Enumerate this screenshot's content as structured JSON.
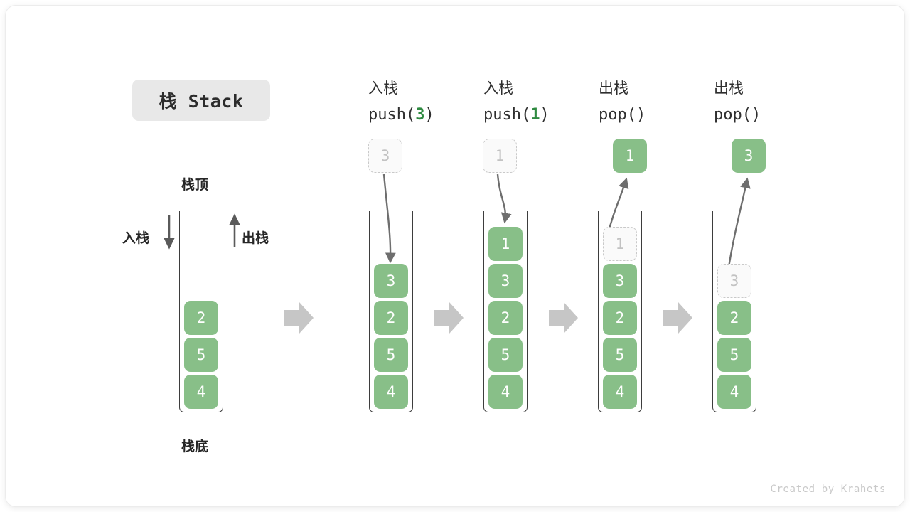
{
  "figure": {
    "title": "栈 Stack",
    "footer": "Created by Krahets",
    "accent_green": "#88bf88",
    "accent_green_text": "#2f8a41",
    "ghost_gray": "#c2c2c2",
    "arrow_gray": "#c6c6c6",
    "line_gray": "#3d3d3d"
  },
  "legend": {
    "top_label": "栈顶",
    "bottom_label": "栈底",
    "push_label": "入栈",
    "pop_label": "出栈"
  },
  "columns": [
    {
      "id": "initial",
      "head_line1": "",
      "head_line2": "",
      "op": "none",
      "floating": null,
      "cells": [
        "2",
        "5",
        "4"
      ],
      "ghost_index": -1
    },
    {
      "id": "push-3",
      "head_line1": "入栈",
      "head_line2_pre": "push(",
      "head_line2_num": "3",
      "head_line2_post": ")",
      "op": "push",
      "floating": "3",
      "cells": [
        "3",
        "2",
        "5",
        "4"
      ],
      "ghost_index": -1
    },
    {
      "id": "push-1",
      "head_line1": "入栈",
      "head_line2_pre": "push(",
      "head_line2_num": "1",
      "head_line2_post": ")",
      "op": "push",
      "floating": "1",
      "cells": [
        "1",
        "3",
        "2",
        "5",
        "4"
      ],
      "ghost_index": -1
    },
    {
      "id": "pop-1",
      "head_line1": "出栈",
      "head_line2_pre": "pop(",
      "head_line2_num": "",
      "head_line2_post": ")",
      "op": "pop",
      "floating": "1",
      "cells": [
        "1",
        "3",
        "2",
        "5",
        "4"
      ],
      "ghost_index": 0
    },
    {
      "id": "pop-2",
      "head_line1": "出栈",
      "head_line2_pre": "pop(",
      "head_line2_num": "",
      "head_line2_post": ")",
      "op": "pop",
      "floating": "3",
      "cells": [
        "3",
        "2",
        "5",
        "4"
      ],
      "ghost_index": 0
    }
  ],
  "cell_values": {
    "c0_0": "2",
    "c0_1": "5",
    "c0_2": "4",
    "c1_float": "3",
    "c1_0": "3",
    "c1_1": "2",
    "c1_2": "5",
    "c1_3": "4",
    "c2_float": "1",
    "c2_0": "1",
    "c2_1": "3",
    "c2_2": "2",
    "c2_3": "5",
    "c2_4": "4",
    "c3_float": "1",
    "c3_0": "1",
    "c3_1": "3",
    "c3_2": "2",
    "c3_3": "5",
    "c3_4": "4",
    "c4_float": "3",
    "c4_0": "3",
    "c4_1": "2",
    "c4_2": "5",
    "c4_3": "4"
  }
}
